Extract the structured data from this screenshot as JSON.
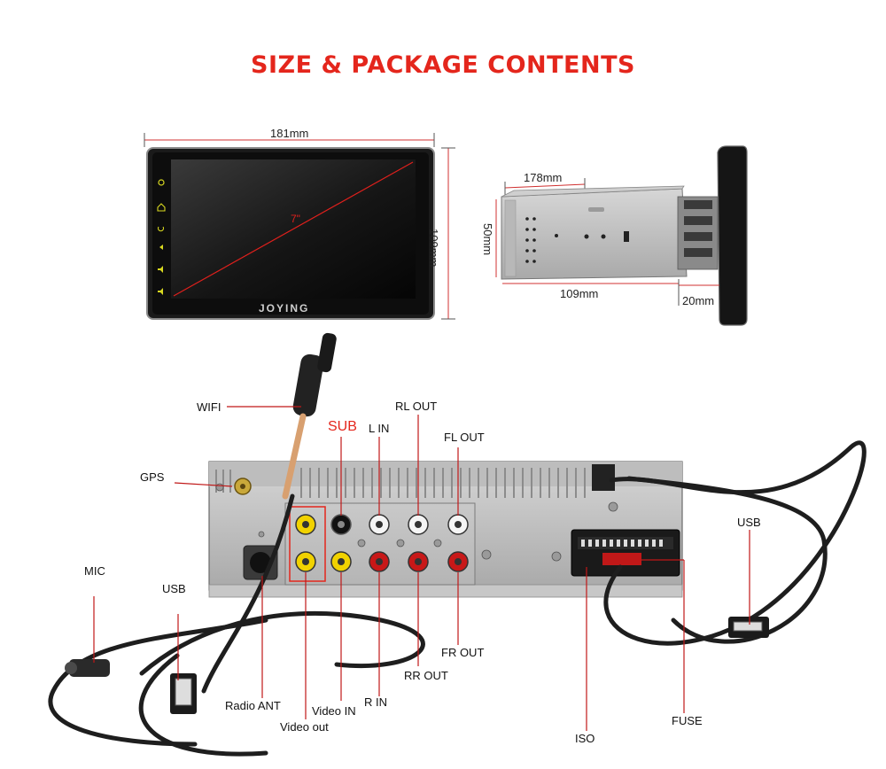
{
  "header": {
    "title": "SIZE & PACKAGE CONTENTS"
  },
  "front_view": {
    "width_label": "181mm",
    "height_label": "109mm",
    "diagonal_label": "7\"",
    "brand": "JOYING"
  },
  "side_view": {
    "depth_label": "178mm",
    "height_label": "50mm",
    "body_label": "109mm",
    "front_depth_label": "20mm"
  },
  "rear_connectors": {
    "wifi": "WIFI",
    "gps": "GPS",
    "mic": "MIC",
    "usb_left": "USB",
    "sub": "SUB",
    "l_in": "L IN",
    "rl_out": "RL OUT",
    "fl_out": "FL OUT",
    "usb_right": "USB",
    "fr_out": "FR OUT",
    "rr_out": "RR OUT",
    "radio_ant": "Radio ANT",
    "video_in": "Video IN",
    "r_in": "R IN",
    "video_out": "Video out",
    "iso": "ISO",
    "fuse": "FUSE"
  },
  "colors": {
    "accent": "#e4261c",
    "leader": "#c01818"
  }
}
